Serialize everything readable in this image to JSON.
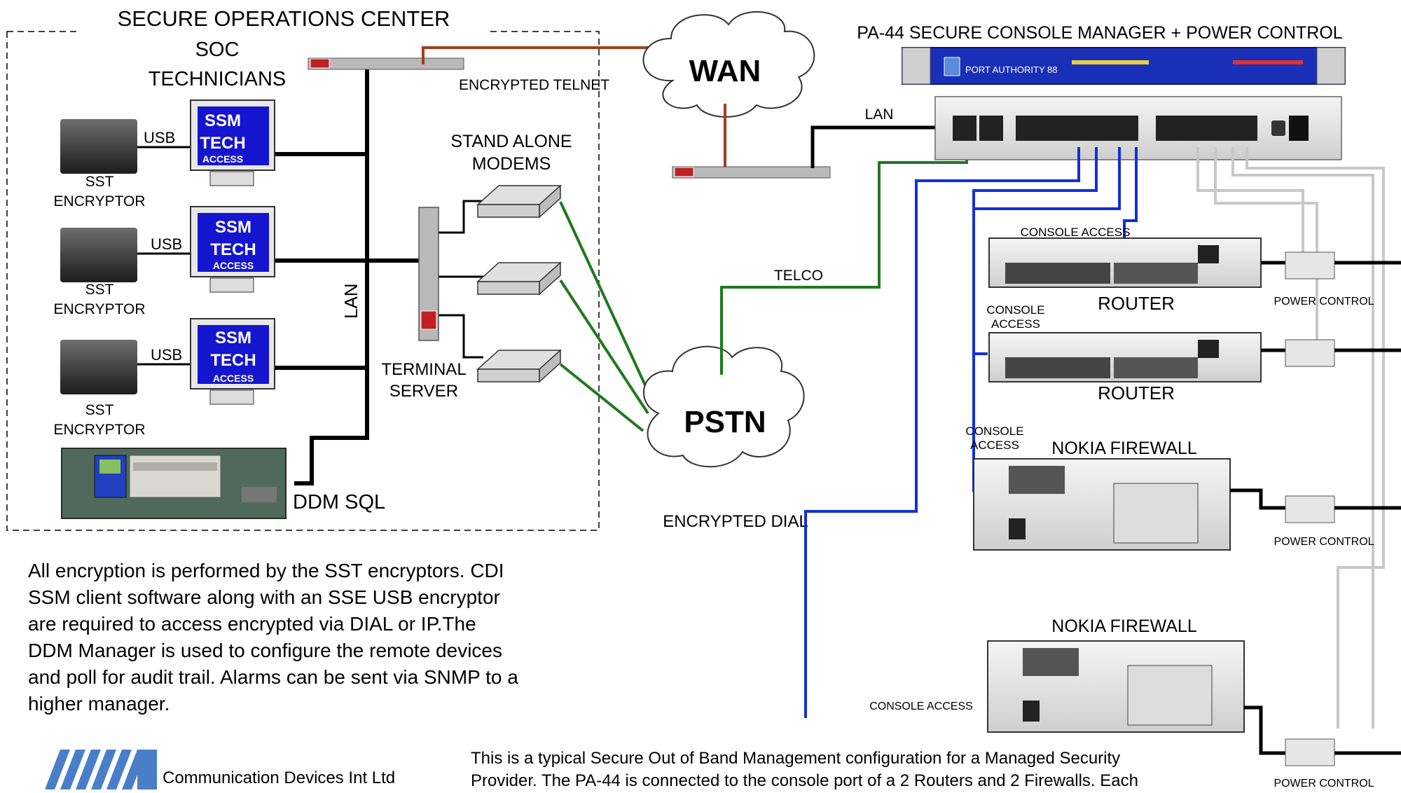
{
  "soc": {
    "title": "SECURE OPERATIONS CENTER",
    "technicians_line1": "SOC",
    "technicians_line2": "TECHNICIANS",
    "lan_label": "LAN",
    "encrypted_telnet": "ENCRYPTED TELNET",
    "stand_alone_line1": "STAND ALONE",
    "stand_alone_line2": "MODEMS",
    "terminal_line1": "TERMINAL",
    "terminal_line2": "SERVER",
    "ddm_sql": "DDM SQL",
    "workstations": [
      {
        "usb": "USB",
        "encryptor_line1": "SST",
        "encryptor_line2": "ENCRYPTOR",
        "screen_line1": "SSM",
        "screen_line2": "TECH",
        "screen_line3": "ACCESS"
      },
      {
        "usb": "USB",
        "encryptor_line1": "SST",
        "encryptor_line2": "ENCRYPTOR",
        "screen_line1": "SSM",
        "screen_line2": "TECH",
        "screen_line3": "ACCESS"
      },
      {
        "usb": "USB",
        "encryptor_line1": "SST",
        "encryptor_line2": "ENCRYPTOR",
        "screen_line1": "SSM",
        "screen_line2": "TECH",
        "screen_line3": "ACCESS"
      }
    ]
  },
  "clouds": {
    "wan": "WAN",
    "pstn": "PSTN",
    "encrypted_dial": "ENCRYPTED DIAL",
    "telco": "TELCO"
  },
  "pa44": {
    "title": "PA-44 SECURE CONSOLE MANAGER + POWER CONTROL",
    "front_brand": "PORT AUTHORITY 88",
    "lan_label": "LAN"
  },
  "devices": {
    "router1_console": "CONSOLE ACCESS",
    "router1_label": "ROUTER",
    "router2_console_line1": "CONSOLE",
    "router2_console_line2": "ACCESS",
    "router2_label": "ROUTER",
    "firewall1_console_line1": "CONSOLE",
    "firewall1_console_line2": "ACCESS",
    "firewall1_label": "NOKIA FIREWALL",
    "firewall2_label": "NOKIA FIREWALL",
    "firewall2_console": "CONSOLE ACCESS",
    "power_control_labels": [
      "POWER CONTROL",
      "POWER CONTROL",
      "POWER CONTROL"
    ]
  },
  "description": {
    "lines": [
      "All encryption is performed by the SST encryptors. CDI",
      "SSM client software along with an SSE USB encryptor",
      "are required to access encrypted via DIAL or IP.The",
      "DDM Manager is used to configure the remote devices",
      "and poll for audit trail. Alarms can be sent via SNMP to a",
      "higher manager."
    ]
  },
  "footer": {
    "company": "Communication Devices Int Ltd",
    "line1": "This is a typical Secure Out of Band Management configuration for a Managed Security",
    "line2": "Provider. The PA-44 is connected to the console port of a 2 Routers and 2 Firewalls. Each"
  },
  "colors": {
    "lan_line": "#000000",
    "telnet_line": "#a0401a",
    "modem_line": "#1f7a1f",
    "console_line": "#1030d8",
    "power_line": "#c8c8c8",
    "screen_blue": "#1515d0",
    "pa44_blue": "#1a2fb8",
    "logo_blue": "#4a7fc8"
  }
}
